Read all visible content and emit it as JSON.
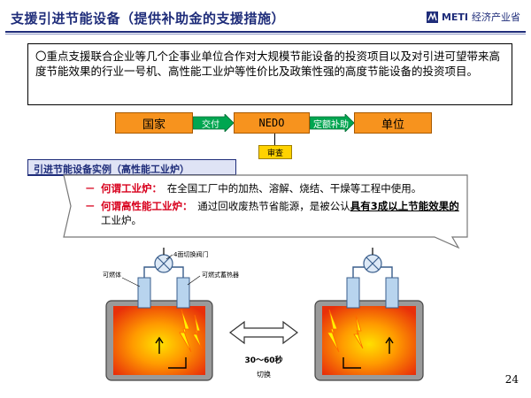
{
  "header": {
    "title": "支援引进节能设备（提供补助金的支援措施）",
    "logo_latin": "METI",
    "logo_cjk": "经济产业省"
  },
  "intro": {
    "text": "〇重点支援联合企业等几个企事业单位合作对大规模节能设备的投资项目以及对引进可望带来高度节能效果的行业一号机、高性能工业炉等性价比及政策性强的高度节能设备的投资项目。"
  },
  "flow": {
    "state": "国家",
    "grant_label": "交付",
    "nedo": "NEDO",
    "subsidy_label": "定额补助",
    "unit": "单位",
    "review": "审查",
    "colors": {
      "node": "#f7931e",
      "arrow": "#00a650",
      "review": "#ffd200"
    }
  },
  "example": {
    "heading": "引进节能设备实例（高性能工业炉）",
    "items": [
      {
        "bullet": "－",
        "term": "何谓工业炉：",
        "text": "　在全国工厂中的加热、溶解、烧结、干燥等工程中使用。"
      },
      {
        "bullet": "－",
        "term": "何谓高性能工业炉：",
        "text_before": "　通过回收废热节省能源，是被公认",
        "text_strong": "具有3成以上节能效果的",
        "text_after": "工业炉。"
      }
    ]
  },
  "diagram": {
    "switch_valve_label": "4面切换阀门",
    "burner_label": "可燃体",
    "regen_label": "可燃式蓄热器",
    "interval_label": "30～60秒",
    "switch_label": "切换"
  },
  "page": {
    "number": "24"
  }
}
